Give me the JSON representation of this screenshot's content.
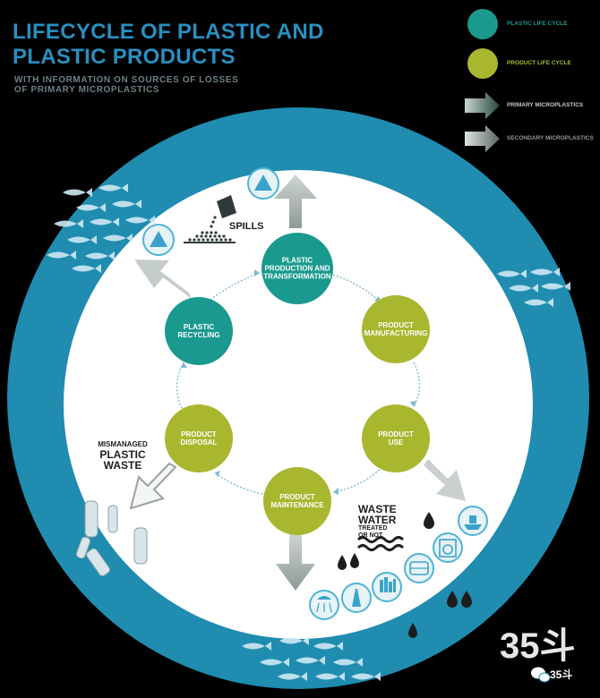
{
  "header": {
    "title_line1": "LIFECYCLE OF PLASTIC AND",
    "title_line2": "PLASTIC PRODUCTS",
    "subtitle_line1": "WITH INFORMATION ON SOURCES OF LOSSES",
    "subtitle_line2": "OF PRIMARY MICROPLASTICS"
  },
  "legend": {
    "plastic_life_cycle": "PLASTIC LIFE CYCLE",
    "product_life_cycle": "PRODUCT LIFE CYCLE",
    "primary_microplastics": "PRIMARY MICROPLASTICS",
    "secondary_microplastics": "SECONDARY MICROPLASTICS"
  },
  "colors": {
    "plastic_cycle": "#1a9a8e",
    "product_cycle": "#a9b72f",
    "ocean": "#1f8cb0",
    "background": "#000000"
  },
  "nodes": {
    "production": {
      "line1": "PLASTIC",
      "line2": "PRODUCTION AND",
      "line3": "TRANSFORMATION"
    },
    "manufacturing": {
      "line1": "PRODUCT",
      "line2": "MANUFACTURING"
    },
    "use": {
      "line1": "PRODUCT",
      "line2": "USE"
    },
    "maintenance": {
      "line1": "PRODUCT",
      "line2": "MAINTENANCE"
    },
    "disposal": {
      "line1": "PRODUCT",
      "line2": "DISPOSAL"
    },
    "recycling": {
      "line1": "PLASTIC",
      "line2": "RECYCLING"
    }
  },
  "callouts": {
    "spills": "SPILLS",
    "mismanaged_line1": "MISMANAGED",
    "mismanaged_line2": "PLASTIC",
    "mismanaged_line3": "WASTE",
    "waste_line1": "WASTE",
    "waste_line2": "WATER",
    "treated_line1": "TREATED",
    "treated_line2": "OR NOT"
  },
  "watermark": {
    "digits": "35",
    "glyph": "斗",
    "small": "35斗"
  },
  "icons": [
    "fish-school-icon",
    "pellet-pyramid-icon",
    "bucket-icon",
    "bottle-icon",
    "water-drop-icon",
    "wave-icon",
    "ship-icon",
    "washing-machine-icon",
    "tire-icon",
    "shower-icon",
    "city-icon",
    "wechat-icon"
  ]
}
